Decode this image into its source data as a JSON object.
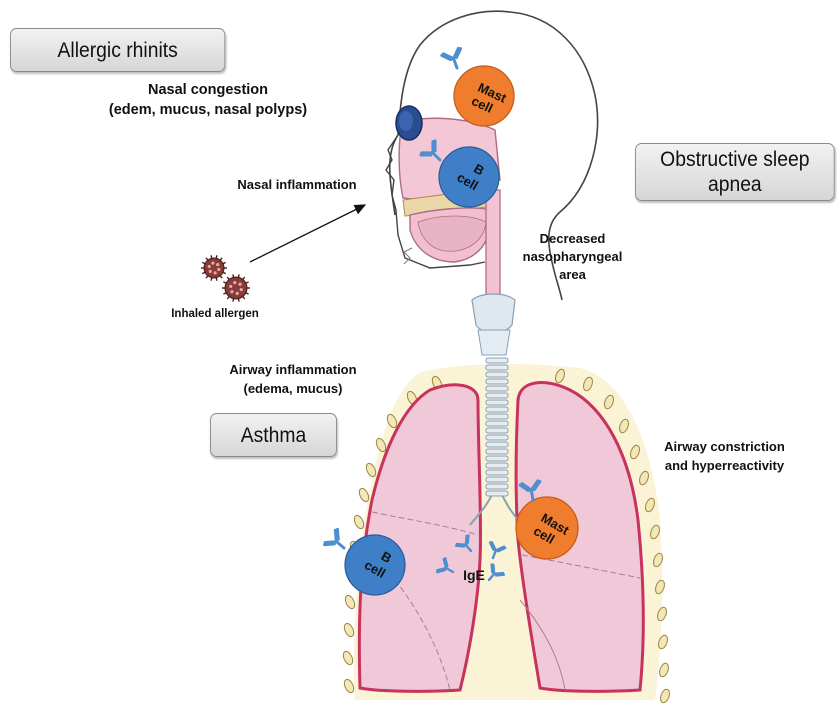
{
  "boxes": {
    "allergic_rhinitis": "Allergic rhinits",
    "osa_line1": "Obstructive sleep",
    "osa_line2": "apnea",
    "asthma": "Asthma"
  },
  "labels": {
    "nasal_congestion_1": "Nasal congestion",
    "nasal_congestion_2": "(edem, mucus, nasal polyps)",
    "nasal_inflammation": "Nasal inflammation",
    "inhaled_allergen": "Inhaled allergen",
    "decreased_1": "Decreased",
    "decreased_2": "nasopharyngeal",
    "decreased_3": "area",
    "airway_inflam_1": "Airway inflammation",
    "airway_inflam_2": "(edema, mucus)",
    "airway_constriction_1": "Airway constriction",
    "airway_constriction_2": "and hyperreactivity"
  },
  "cells": {
    "mast_head_1": "Mast",
    "mast_head_2": "cell",
    "b_head_1": "B",
    "b_head_2": "cell",
    "b_lung_1": "B",
    "b_lung_2": "cell",
    "mast_lung_1": "Mast",
    "mast_lung_2": "cell",
    "ige": "IgE"
  },
  "colors": {
    "mast_cell": "#ef7d2d",
    "b_cell": "#3f7fc8",
    "antibody": "#4f8ed0",
    "lung_fill": "#f0c8d8",
    "lung_outline": "#c8335e",
    "chest_bg": "#faf3d6"
  }
}
